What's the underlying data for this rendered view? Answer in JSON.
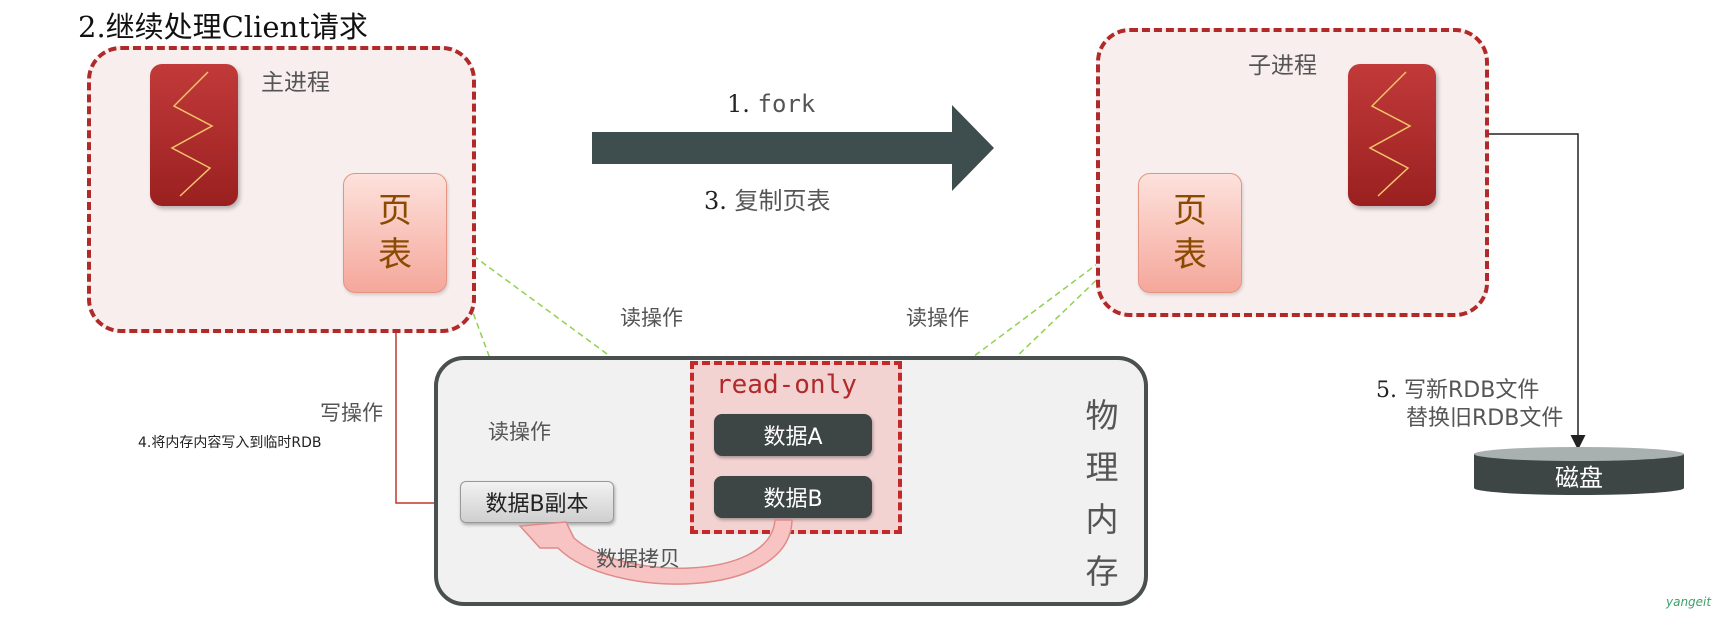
{
  "title": "2.继续处理Client请求",
  "main_process": {
    "label": "主进程",
    "page_table": [
      "页",
      "表"
    ]
  },
  "child_process": {
    "label": "子进程",
    "page_table": [
      "页",
      "表"
    ]
  },
  "steps": {
    "fork_num": "1.",
    "fork_text": "fork",
    "copy_num": "3.",
    "copy_text": "复制页表",
    "write_rdb_num": "5.",
    "write_rdb_line1": "写新RDB文件",
    "write_rdb_line2": "替换旧RDB文件"
  },
  "operations": {
    "read_left": "读操作",
    "read_right": "读操作",
    "read_inner": "读操作",
    "write": "写操作",
    "write_note": "4.将内存内容写入到临时RDB",
    "data_copy": "数据拷贝"
  },
  "memory": {
    "label_chars": [
      "物",
      "理",
      "内",
      "存"
    ],
    "readonly_label": "read-only",
    "data_a": "数据A",
    "data_b": "数据B",
    "data_b_copy": "数据B副本"
  },
  "disk": {
    "label": "磁盘"
  },
  "watermark": "yangeit",
  "colors": {
    "process_border": "#b02a2a",
    "arrow": "#3e4e4e",
    "read_line": "#8fd14f",
    "write_line": "#c0392b"
  }
}
